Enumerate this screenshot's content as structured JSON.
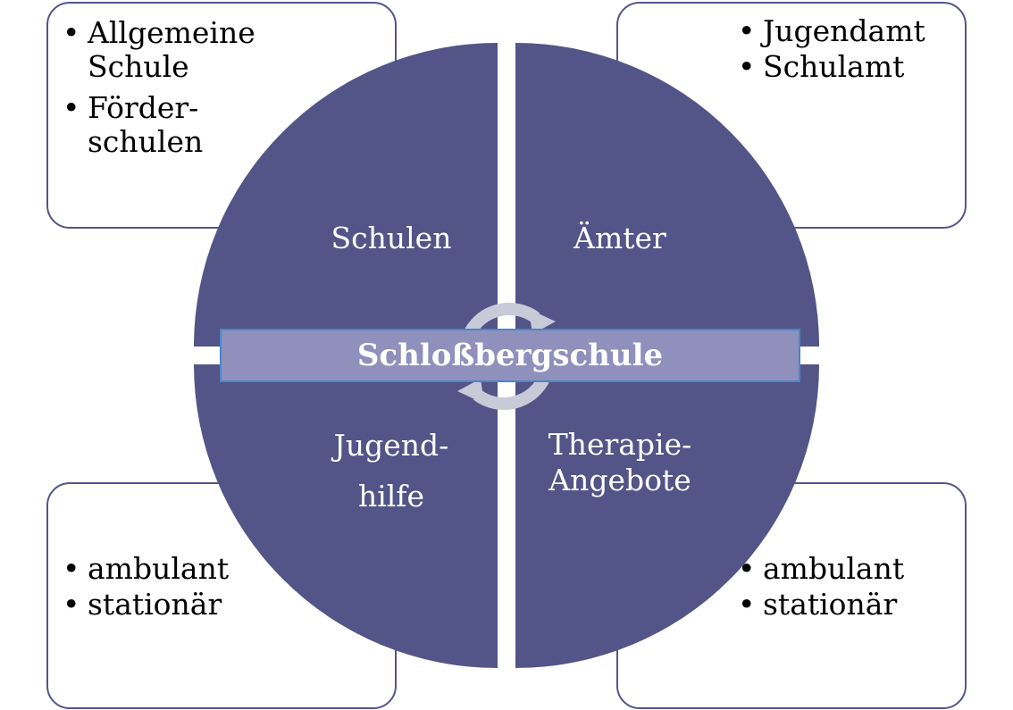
{
  "center": {
    "label": "Schloßbergschule"
  },
  "quadrants": {
    "top_left": {
      "label_lines": [
        "Schulen"
      ]
    },
    "top_right": {
      "label_lines": [
        "Ämter"
      ]
    },
    "bottom_left": {
      "label_lines": [
        "Jugend-",
        "hilfe"
      ]
    },
    "bottom_right": {
      "label_lines": [
        "Therapie-",
        "Angebote"
      ]
    }
  },
  "boxes": {
    "top_left": {
      "items": [
        "Allgemeine Schule",
        "Förder- schulen"
      ]
    },
    "top_right": {
      "items": [
        "Jugendamt",
        "Schulamt"
      ]
    },
    "bottom_left": {
      "items": [
        "ambulant",
        "stationär"
      ]
    },
    "bottom_right": {
      "items": [
        "ambulant",
        "stationär"
      ]
    }
  },
  "colors": {
    "quadrant_fill": "#535487",
    "center_fill": "#9090bd",
    "center_border": "#4a86c8",
    "box_border": "#55558a",
    "cycle_arrow": "#c9cad8"
  }
}
